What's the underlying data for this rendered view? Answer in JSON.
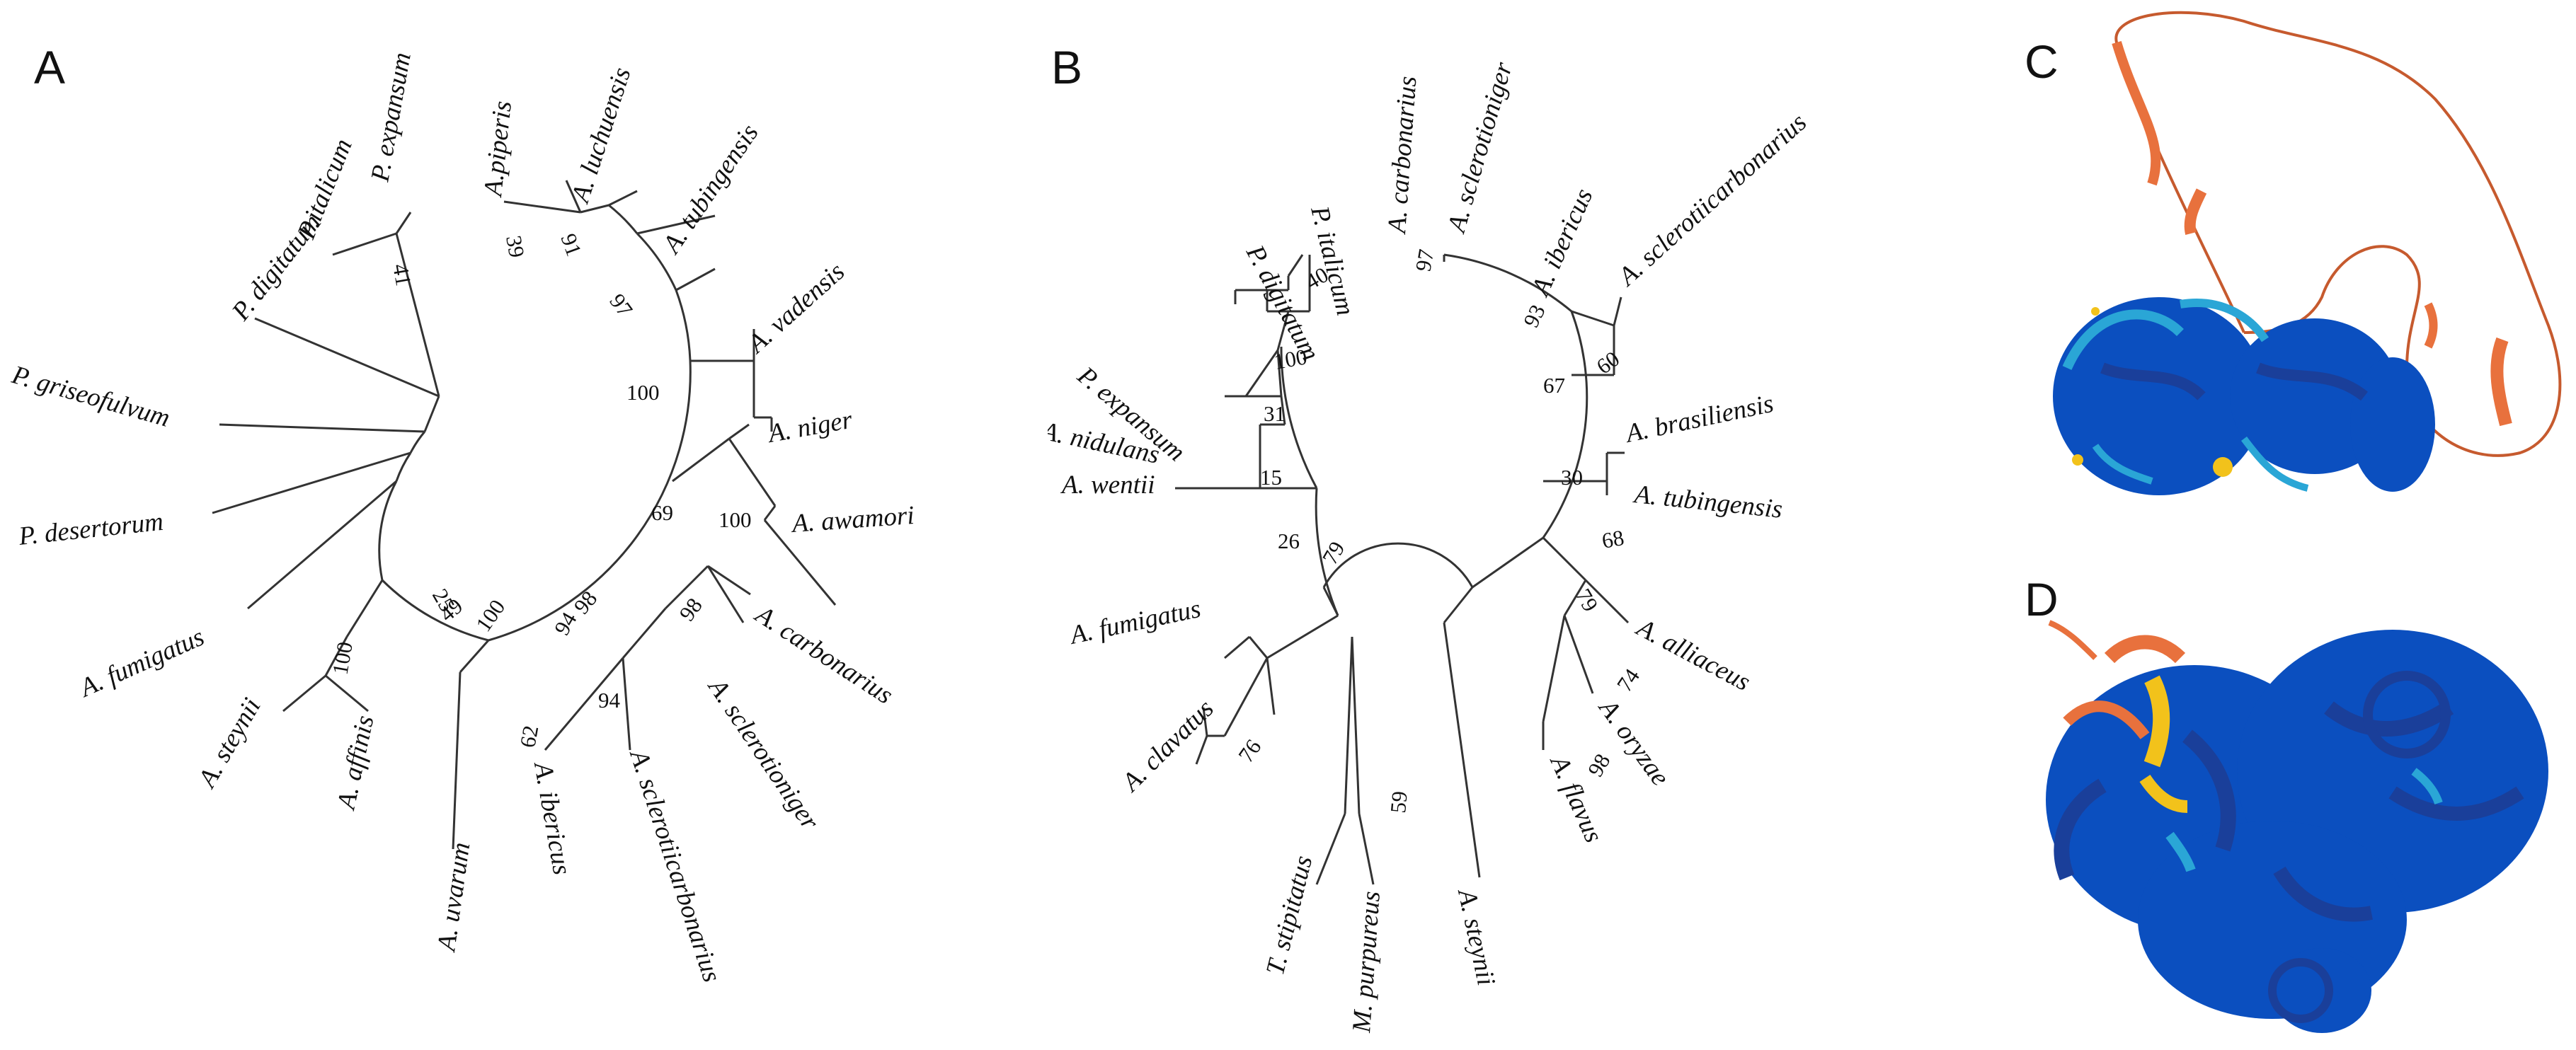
{
  "panels": {
    "a": "A",
    "b": "B",
    "c": "C",
    "d": "D"
  },
  "tree_a": {
    "taxa": [
      "P. expansum",
      "P.italicum",
      "P. digitatum",
      "P. griseofulvum",
      "P. desertorum",
      "A. fumigatus",
      "A. steynii",
      "A. affinis",
      "A. uvarum",
      "A. ibericus",
      "A. sclerotiicarbonarius",
      "A. sclerotioniger",
      "A. carbonarius",
      "A. awamori",
      "A. niger",
      "A. vadensis",
      "A. tubingensis",
      "A. luchuensis",
      "A.piperis"
    ],
    "bootstrap": [
      "41",
      "39",
      "91",
      "97",
      "100",
      "100",
      "69",
      "98",
      "94",
      "62",
      "98",
      "100",
      "25",
      "49",
      "100",
      "94"
    ]
  },
  "tree_b": {
    "taxa": [
      "P. italicum",
      "P. digitatum",
      "P. expansum",
      "A. nidulans",
      "A. wentii",
      "A. fumigatus",
      "A. clavatus",
      "T. stipitatus",
      "M. purpureus",
      "A. steynii",
      "A. flavus",
      "A. oryzae",
      "A. alliaceus",
      "A. tubingensis",
      "A. brasiliensis",
      "A. sclerotiicarbonarius",
      "A. ibericus",
      "A. sclerotioniger",
      "A. carbonarius"
    ],
    "bootstrap": [
      "40",
      "100",
      "31",
      "15",
      "26",
      "76",
      "59",
      "79",
      "97",
      "93",
      "60",
      "67",
      "30",
      "68",
      "79",
      "74",
      "98"
    ]
  },
  "colors": {
    "plddt_very_high": "#0b4fbf",
    "plddt_confident": "#2aa6d6",
    "plddt_low": "#f2c21b",
    "plddt_very_low": "#e8713d"
  }
}
